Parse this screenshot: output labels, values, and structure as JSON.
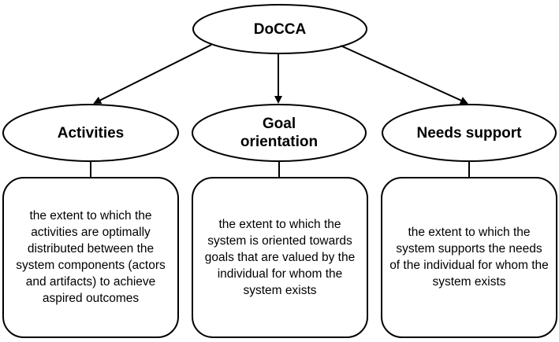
{
  "diagram": {
    "root": {
      "label": "DoCCA"
    },
    "children": [
      {
        "title_lines": [
          "Activities"
        ],
        "description": "the extent to which the activities are optimally distributed between the system components (actors and artifacts) to achieve aspired outcomes"
      },
      {
        "title_lines": [
          "Goal",
          "orientation"
        ],
        "description": "the extent to which the system is oriented towards goals that are valued by the individual for whom the system exists"
      },
      {
        "title_lines": [
          "Needs support"
        ],
        "description": "the extent to which the system supports the needs of the individual for whom the system exists"
      }
    ]
  }
}
